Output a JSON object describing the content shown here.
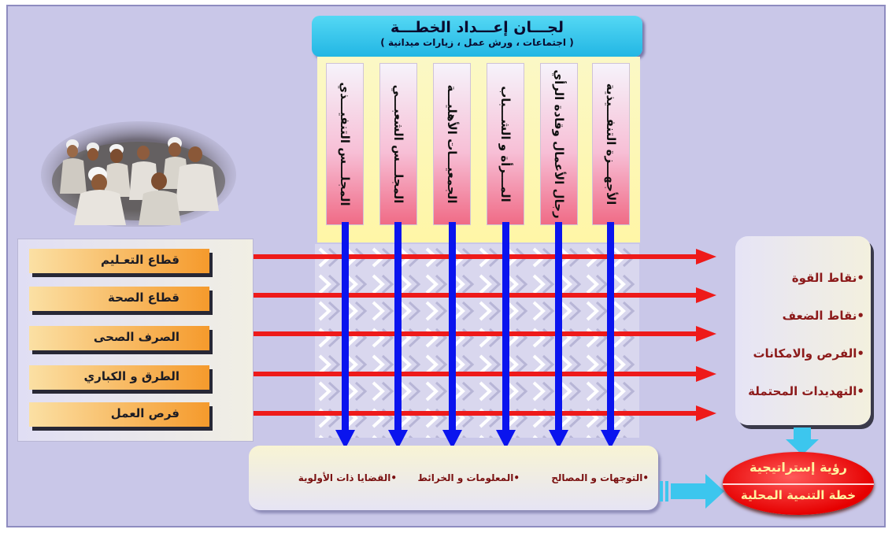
{
  "header": {
    "title": "لجـــان إعـــداد الخطـــة",
    "subtitle": "( اجتماعات ، ورش عمل ، زيارات ميدانية )"
  },
  "committees": [
    {
      "label": "الأجهـــزة التنفـــيذية"
    },
    {
      "label": "رجال الأعمال وقادة الرأي"
    },
    {
      "label": "المـــرأة و الشـــباب"
    },
    {
      "label": "الجمعيـــات الأهليـــة"
    },
    {
      "label": "المجلـــس الشعبـــي"
    },
    {
      "label": "المجلـــس التنفيـــذي"
    }
  ],
  "sectors": [
    {
      "label": "قطاع التعـليم"
    },
    {
      "label": "قطاع الصحة"
    },
    {
      "label": "الصرف الصحى"
    },
    {
      "label": "الطرق و الكباري"
    },
    {
      "label": "فرص العمل"
    }
  ],
  "analysis": [
    {
      "label": "•نقاط القوة"
    },
    {
      "label": "•نقاط الضعف"
    },
    {
      "label": "•الفرص والامكانات"
    },
    {
      "label": "•التهديدات المحتملة"
    }
  ],
  "outcomes": [
    {
      "label": "•التوجهات و المصالح"
    },
    {
      "label": "•المعلومات و الخرائط"
    },
    {
      "label": "•القضايا ذات الأولوية"
    }
  ],
  "vision": {
    "title": "رؤية إستراتيجية",
    "plan": "خطة التنمية المحلية"
  },
  "colors": {
    "background": "#c9c7e8",
    "header": "#2ec0ec",
    "red_arrow": "#ee1a1a",
    "blue_arrow": "#0a14ee",
    "cyan_arrow": "#3cc6ee",
    "orange_tab": "#f59a2c",
    "vision": "#e60000"
  },
  "photo": {
    "icon": "group-of-men-photo"
  }
}
